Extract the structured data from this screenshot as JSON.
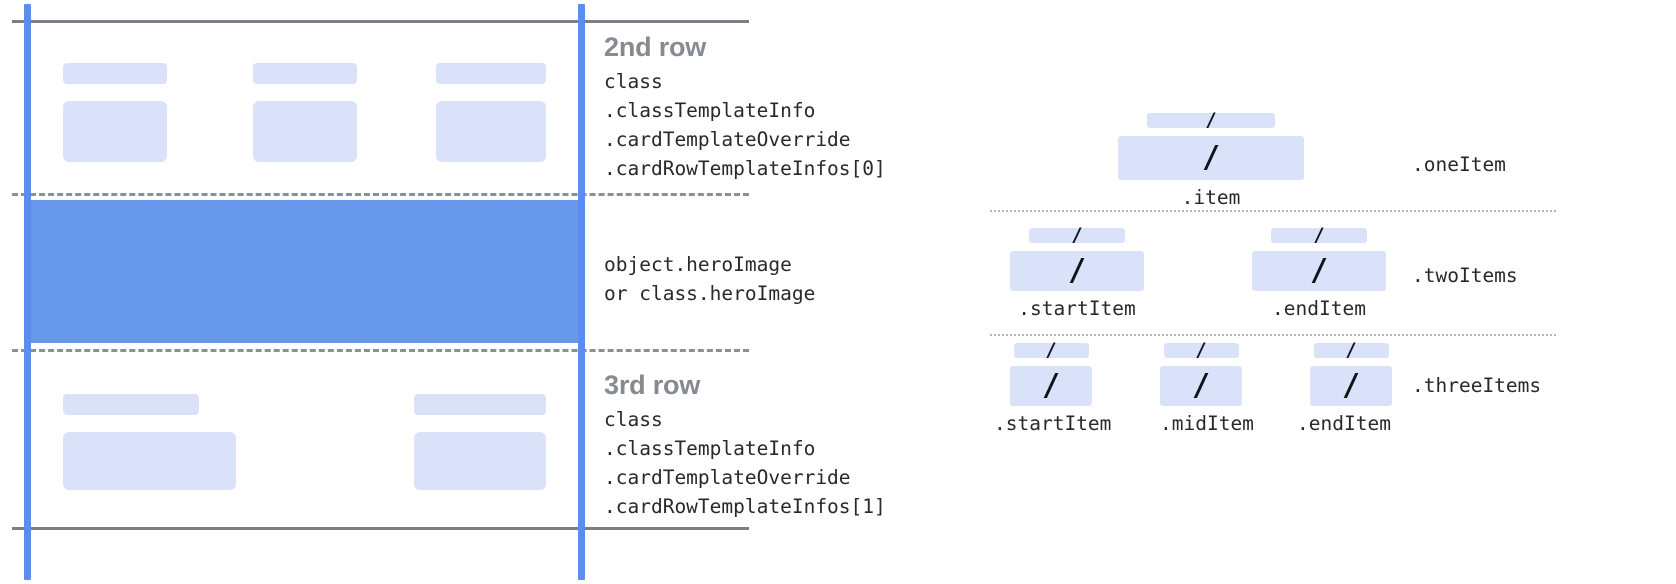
{
  "card_diagram": {
    "rows": [
      {
        "heading": "2nd row",
        "code_lines": [
          "class",
          ".classTemplateInfo",
          ".cardTemplateOverride",
          ".cardRowTemplateInfos[0]"
        ],
        "cells": 3
      },
      {
        "heading": "",
        "code_lines": [
          "object.heroImage",
          "or class.heroImage"
        ],
        "cells": 0
      },
      {
        "heading": "3rd row",
        "code_lines": [
          "class",
          ".classTemplateInfo",
          ".cardTemplateOverride",
          ".cardRowTemplateInfos[1]"
        ],
        "cells": 2
      }
    ]
  },
  "item_diagram": {
    "slash_glyph": "/",
    "sections": [
      {
        "label": ".oneItem",
        "items": [
          {
            "caption": ".item"
          }
        ]
      },
      {
        "label": ".twoItems",
        "items": [
          {
            "caption": ".startItem"
          },
          {
            "caption": ".endItem"
          }
        ]
      },
      {
        "label": ".threeItems",
        "items": [
          {
            "caption": ".startItem"
          },
          {
            "caption": ".midItem"
          },
          {
            "caption": ".endItem"
          }
        ]
      }
    ]
  },
  "colors": {
    "guide_blue": "#5b8def",
    "hero_blue": "#6898ec",
    "placeholder_blue": "#dae2f9",
    "rule_grey": "#7a7f87",
    "heading_grey": "#868b92",
    "code_black": "#27292c",
    "dotted_grey": "#b3b7bd"
  }
}
